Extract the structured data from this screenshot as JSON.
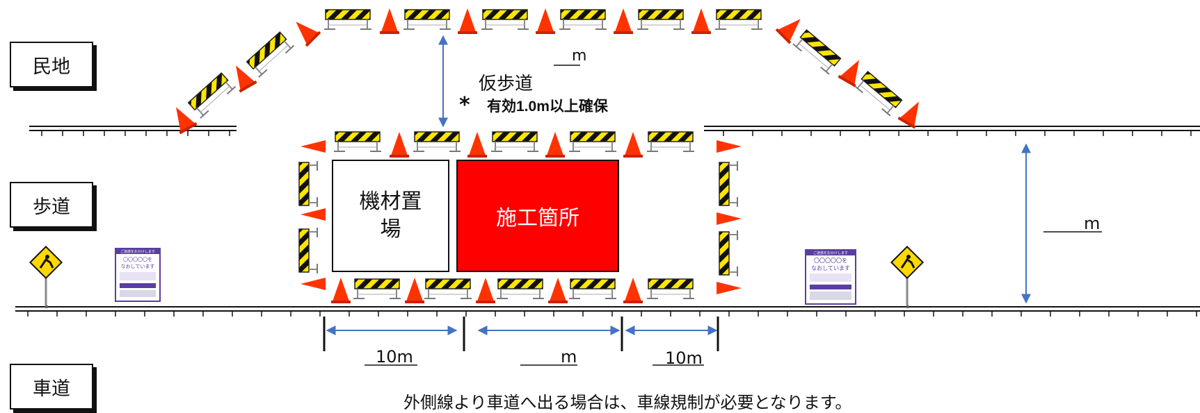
{
  "zones": {
    "private_land": "民地",
    "sidewalk": "歩道",
    "roadway": "車道"
  },
  "walkway": {
    "width_value": "",
    "width_unit": "m",
    "label": "仮歩道",
    "note_mark": "*",
    "note": "有効1.0m以上確保"
  },
  "areas": {
    "material_storage": "機材置\n場",
    "work_site": "施工箇所"
  },
  "sidewalk_width": {
    "value": "",
    "unit": "m"
  },
  "dimensions": {
    "left": "10m",
    "center_value": "",
    "center_unit": "m",
    "right": "10m"
  },
  "signs": {
    "board_lines": [
      "ご迷惑をおかけします",
      "〇〇〇〇〇を",
      "なおしています"
    ]
  },
  "footer_note": "外側線より車道へ出る場合は、車線規制が必要となります。",
  "colors": {
    "work_area": "#ff0000",
    "arrow": "#4472c4",
    "cone": "#ff3300",
    "barrier_stripe_dark": "#111111",
    "barrier_stripe_light": "#ffe600",
    "sign_yellow": "#ffd800",
    "board_purple": "#5a3ea0"
  }
}
